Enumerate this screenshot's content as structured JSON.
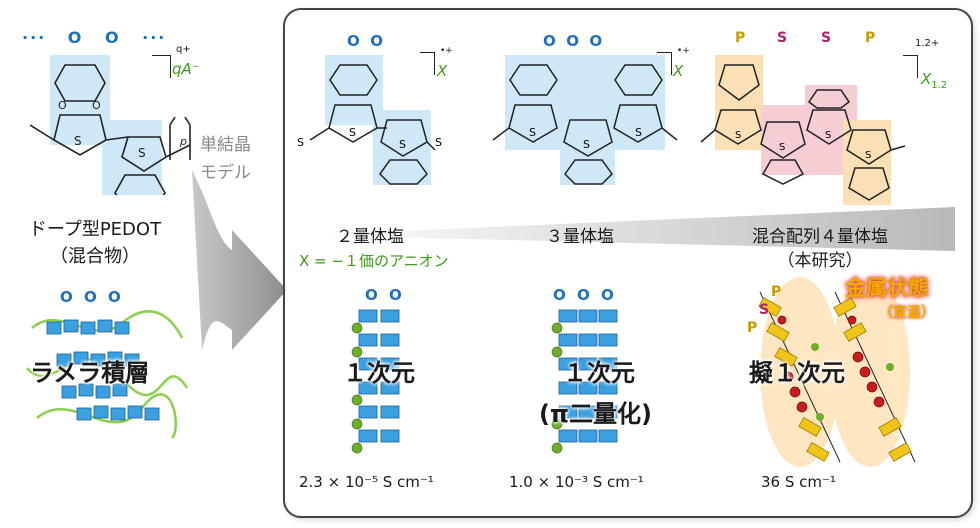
{
  "left": {
    "dots": "··· O O ···",
    "charge_sup": "q+",
    "charge_anion": "qA⁻",
    "p_label": "p",
    "title": "ドープ型PEDOT",
    "subtitle": "（混合物）",
    "stack_oo": "O O O",
    "stack_label": "ラメラ積層"
  },
  "arrow": {
    "label_line1": "単結晶",
    "label_line2": "モデル"
  },
  "columns": [
    {
      "oo": "O  O",
      "charge_sup": "•+",
      "anion": "X",
      "title": "２量体塩",
      "stack_oo": "O O",
      "dim": "１次元",
      "cond": "2.3 × 10⁻⁵ S cm⁻¹"
    },
    {
      "oo": "O  O  O",
      "charge_sup": "•+",
      "anion": "X",
      "title": "３量体塩",
      "stack_oo": "O O O",
      "dim": "１次元",
      "dim2": "(π二量化)",
      "cond": "1.0 × 10⁻³ S cm⁻¹"
    },
    {
      "oo": [
        "P",
        "S",
        "S",
        "P"
      ],
      "charge_sup": "1.2+",
      "anion": "X",
      "anion_sub": "1.2",
      "title": "混合配列４量体塩",
      "subtitle": "（本研究）",
      "dim": "擬１次元",
      "cond": "36 S cm⁻¹",
      "metal": "金属状態",
      "metal_sub": "（室温）",
      "stack_ps": [
        "P",
        "S",
        "P"
      ]
    }
  ],
  "anion_note": "X = −１価のアニオン",
  "colors": {
    "blue": "#1f6fc1",
    "green": "#3d9a1a",
    "highlight_blue": "#cfe8f7",
    "highlight_orange": "#fbe0b5",
    "highlight_pink": "#f5cdd2",
    "p_color": "#c99a00",
    "s_color": "#b0206a"
  }
}
